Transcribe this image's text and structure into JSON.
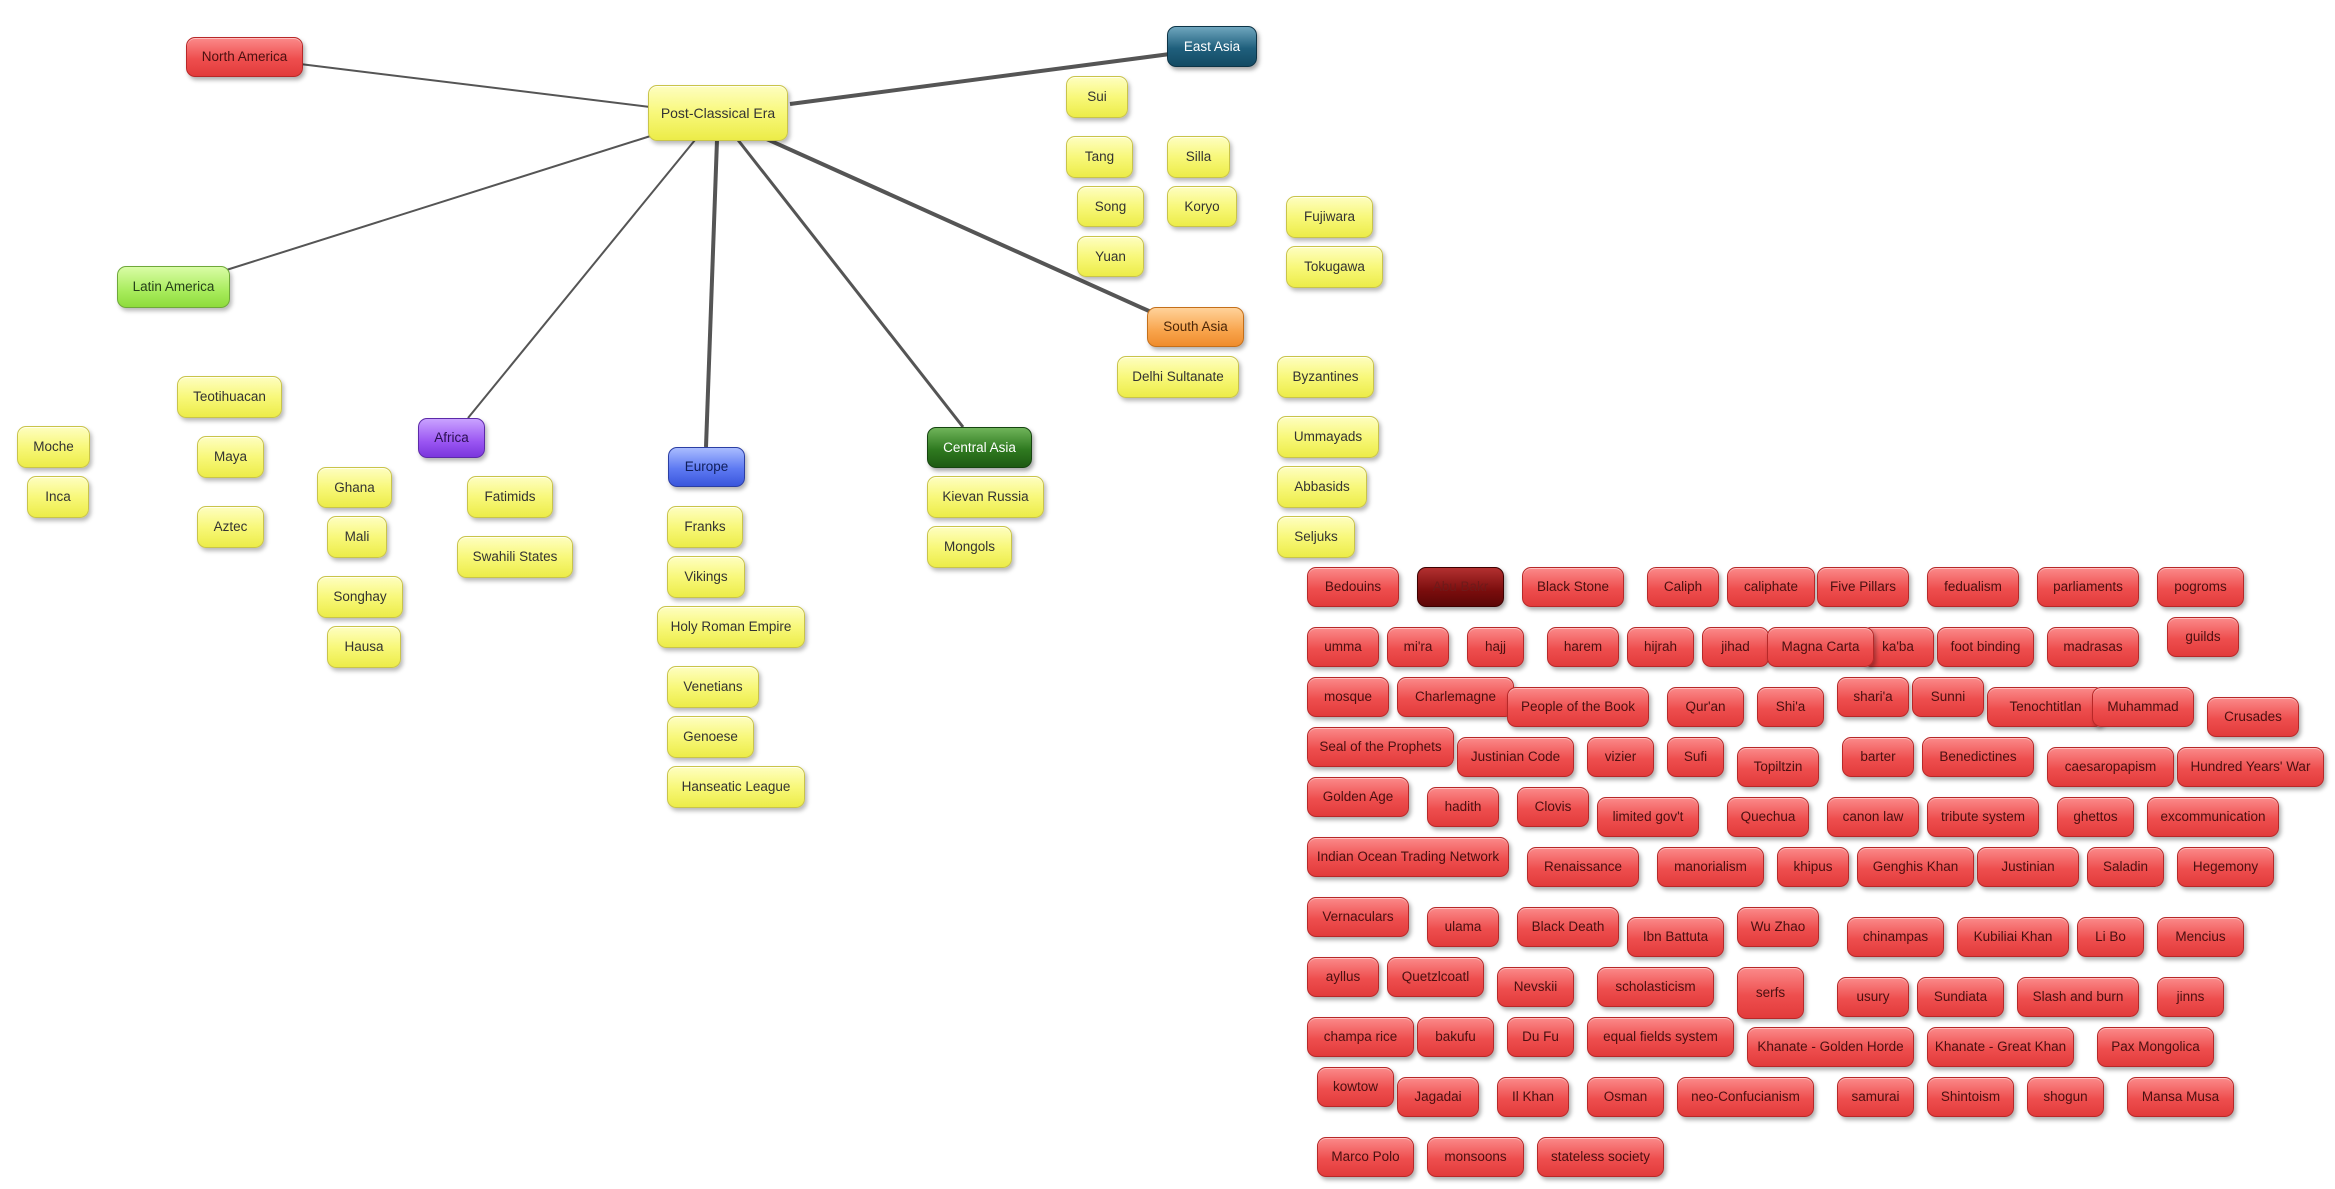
{
  "map": {
    "root": "Post-Classical Era",
    "regions": {
      "north_america": "North America",
      "east_asia": "East Asia",
      "latin_america": "Latin America",
      "africa": "Africa",
      "europe": "Europe",
      "central_asia": "Central Asia",
      "south_asia": "South Asia"
    },
    "colors": {
      "topic_yellow": "#f8f87a",
      "term_red": "#ee4e4e",
      "selected_dark_red": "#7a0d0d",
      "north_america": "#e23b3b",
      "east_asia": "#1f5f7c",
      "latin_america": "#a8ec5c",
      "africa": "#9a55f2",
      "europe": "#5d79f2",
      "central_asia": "#2f7a20",
      "south_asia": "#f8a44c",
      "connector": "#555555"
    },
    "topics": [
      "Sui",
      "Tang",
      "Song",
      "Yuan",
      "Silla",
      "Koryo",
      "Fujiwara",
      "Tokugawa",
      "Delhi Sultanate",
      "Byzantines",
      "Ummayads",
      "Abbasids",
      "Seljuks",
      "Teotihuacan",
      "Maya",
      "Aztec",
      "Moche",
      "Inca",
      "Ghana",
      "Mali",
      "Songhay",
      "Hausa",
      "Fatimids",
      "Swahili States",
      "Franks",
      "Vikings",
      "Holy Roman Empire",
      "Venetians",
      "Genoese",
      "Hanseatic League",
      "Kievan Russia",
      "Mongols"
    ],
    "terms": [
      "Bedouins",
      "Abu Bakr",
      "Black Stone",
      "Caliph",
      "caliphate",
      "Five Pillars",
      "fedualism",
      "parliaments",
      "pogroms",
      "umma",
      "mi'ra",
      "hajj",
      "harem",
      "hijrah",
      "jihad",
      "Magna Carta",
      "ka'ba",
      "foot binding",
      "madrasas",
      "guilds",
      "mosque",
      "Charlemagne",
      "People of the Book",
      "Qur'an",
      "Shi'a",
      "shari'a",
      "Sunni",
      "Tenochtitlan",
      "Muhammad",
      "Crusades",
      "Seal of the Prophets",
      "Justinian Code",
      "vizier",
      "Sufi",
      "Topiltzin",
      "barter",
      "Benedictines",
      "caesaropapism",
      "Hundred Years' War",
      "Golden Age",
      "hadith",
      "Clovis",
      "limited gov't",
      "Quechua",
      "canon law",
      "tribute system",
      "ghettos",
      "excommunication",
      "Indian Ocean Trading Network",
      "Renaissance",
      "manorialism",
      "khipus",
      "Genghis Khan",
      "Justinian",
      "Saladin",
      "Hegemony",
      "Vernaculars",
      "ulama",
      "Black Death",
      "Ibn Battuta",
      "Wu Zhao",
      "chinampas",
      "Kubiliai Khan",
      "Li Bo",
      "Mencius",
      "ayllus",
      "Quetzlcoatl",
      "Nevskii",
      "scholasticism",
      "serfs",
      "usury",
      "Sundiata",
      "Slash and burn",
      "jinns",
      "champa rice",
      "bakufu",
      "Du Fu",
      "equal fields system",
      "Khanate - Golden Horde",
      "Khanate - Great Khan",
      "Pax Mongolica",
      "kowtow",
      "Jagadai",
      "Il Khan",
      "Osman",
      "neo-Confucianism",
      "samurai",
      "Shintoism",
      "shogun",
      "Mansa Musa",
      "Marco Polo",
      "monsoons",
      "stateless society"
    ]
  }
}
